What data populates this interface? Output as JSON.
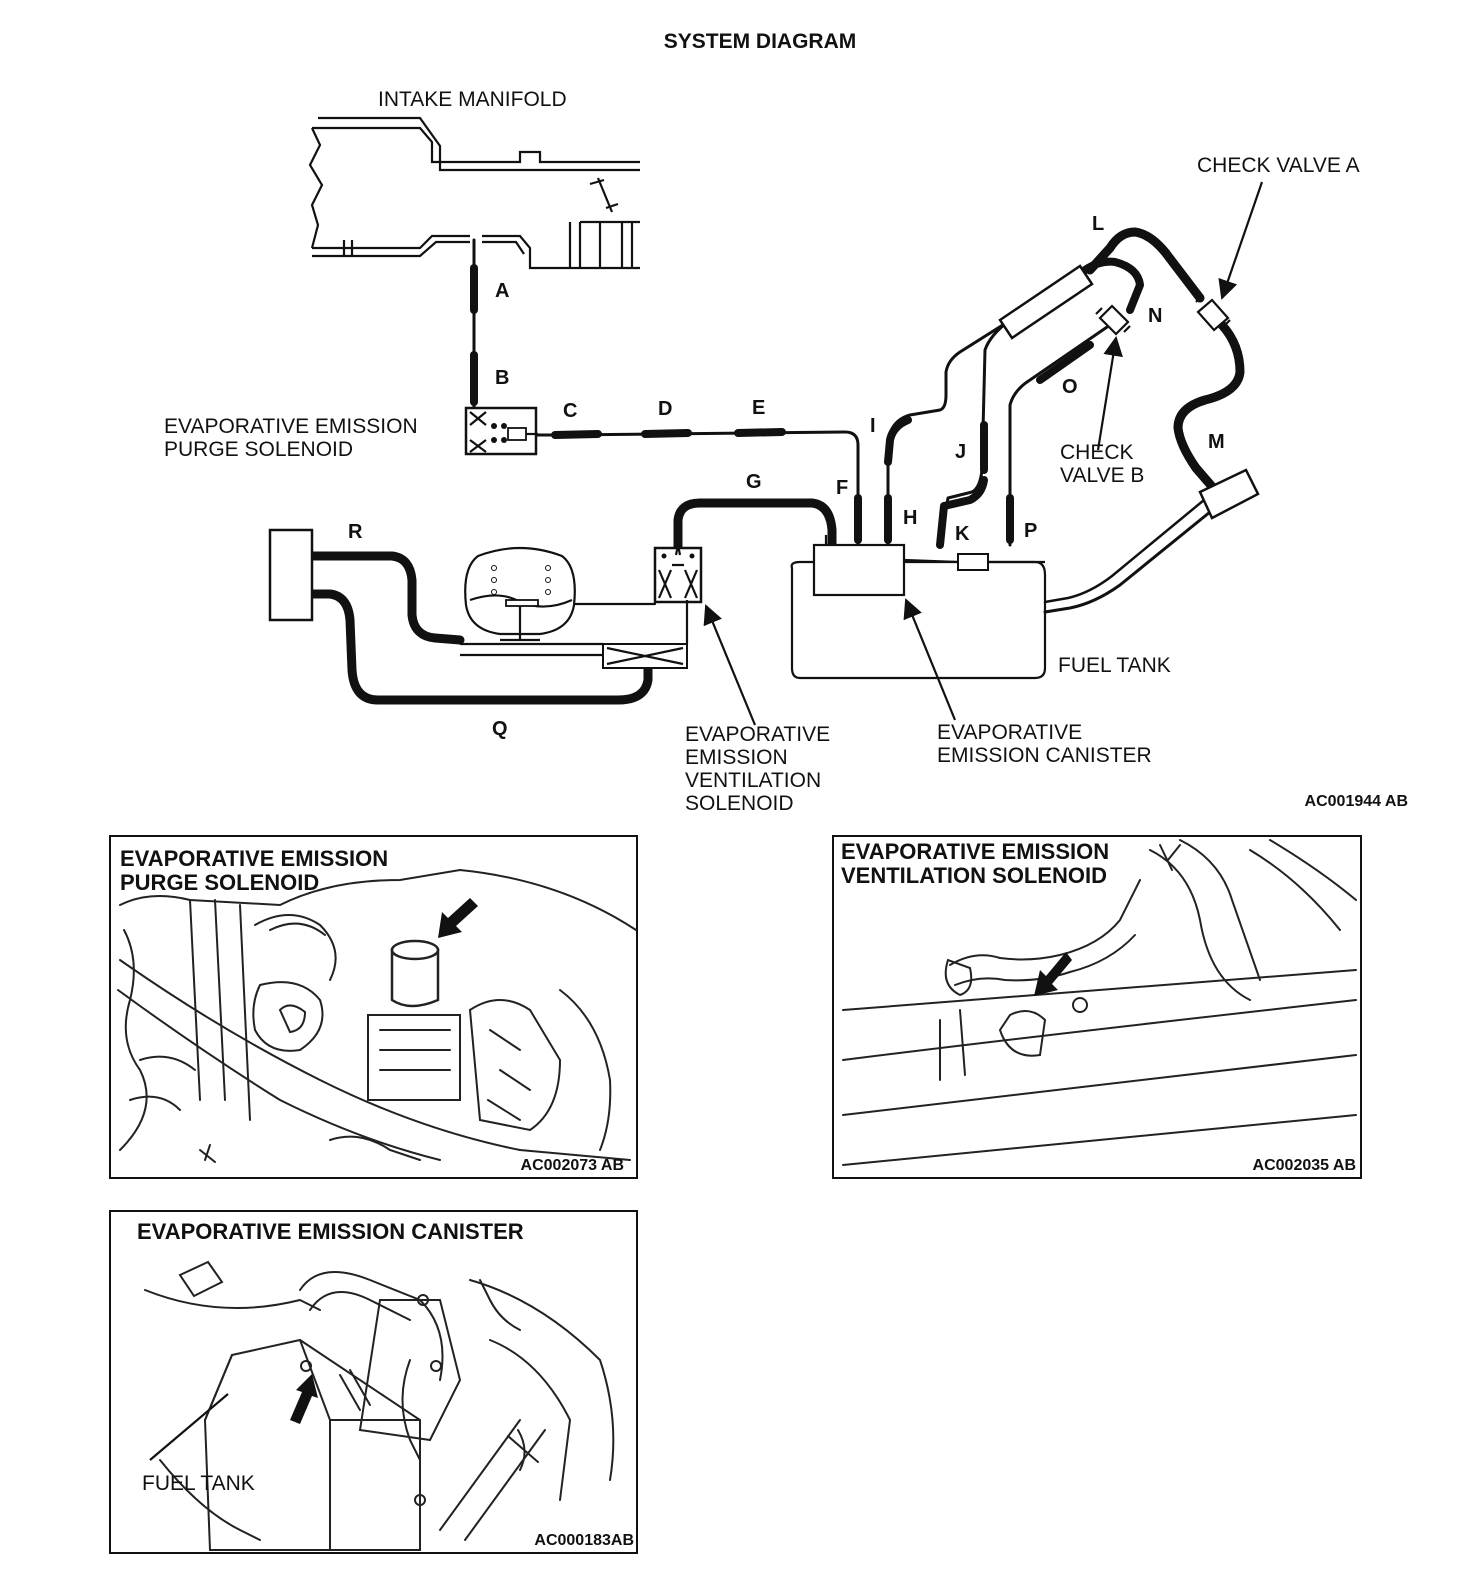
{
  "title": "SYSTEM DIAGRAM",
  "diagram_code": "AC001944 AB",
  "labels": {
    "intake_manifold": "INTAKE MANIFOLD",
    "check_valve_a": "CHECK VALVE A",
    "check_valve_b": [
      "CHECK",
      "VALVE B"
    ],
    "purge_solenoid": [
      "EVAPORATIVE EMISSION",
      "PURGE SOLENOID"
    ],
    "fuel_tank": "FUEL TANK",
    "ventilation_solenoid": [
      "EVAPORATIVE",
      "EMISSION",
      "VENTILATION",
      "SOLENOID"
    ],
    "canister": [
      "EVAPORATIVE",
      "EMISSION CANISTER"
    ]
  },
  "hose_letters": [
    "A",
    "B",
    "C",
    "D",
    "E",
    "F",
    "G",
    "H",
    "I",
    "J",
    "K",
    "L",
    "M",
    "N",
    "O",
    "P",
    "Q",
    "R"
  ],
  "panels": {
    "purge": {
      "title": [
        "EVAPORATIVE EMISSION",
        "PURGE SOLENOID"
      ],
      "code": "AC002073 AB"
    },
    "ventilation": {
      "title": [
        "EVAPORATIVE EMISSION",
        "VENTILATION SOLENOID"
      ],
      "code": "AC002035 AB"
    },
    "canister": {
      "title": "EVAPORATIVE EMISSION CANISTER",
      "label": "FUEL TANK",
      "code": "AC000183AB"
    }
  },
  "icons": [
    "arrow-pointer-icon"
  ]
}
